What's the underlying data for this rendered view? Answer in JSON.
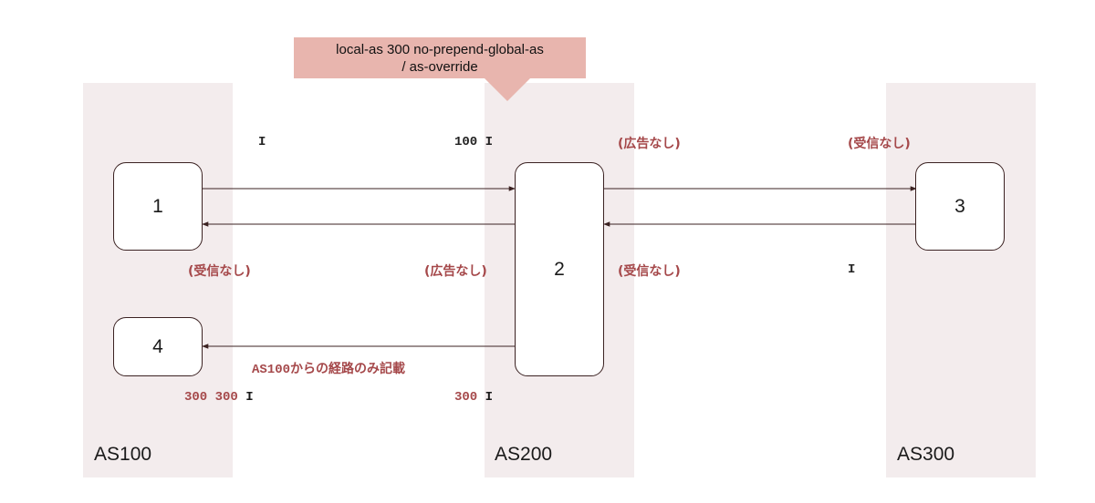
{
  "callout": {
    "line1": "local-as 300 no-prepend-global-as",
    "line2": "/ as-override",
    "color": "#e8b5ae"
  },
  "zones": [
    {
      "label": "AS100"
    },
    {
      "label": "AS200"
    },
    {
      "label": "AS300"
    }
  ],
  "routers": [
    {
      "id": "1"
    },
    {
      "id": "2"
    },
    {
      "id": "3"
    },
    {
      "id": "4"
    }
  ],
  "paths": {
    "r1_origin": "I",
    "r2_from_as100": "100 I",
    "r3_origin": "I",
    "r4_path_prefix": "300 300",
    "r4_path_origin": "I",
    "r2_to_r4_prefix": "300",
    "r2_to_r4_origin": "I"
  },
  "notes": {
    "r2_to_r3_not_advertised": "(広告なし)",
    "r3_not_received": "(受信なし)",
    "r1_not_received": "(受信なし)",
    "r2_to_r1_not_advertised": "(広告なし)",
    "r2_from_r3_not_received": "(受信なし)",
    "as100_only_prefix": "AS100",
    "as100_only_suffix": "からの経路のみ記載"
  },
  "colors": {
    "zone_bg": "#f3eced",
    "note_red": "#a5484a",
    "line": "#3b2222"
  }
}
